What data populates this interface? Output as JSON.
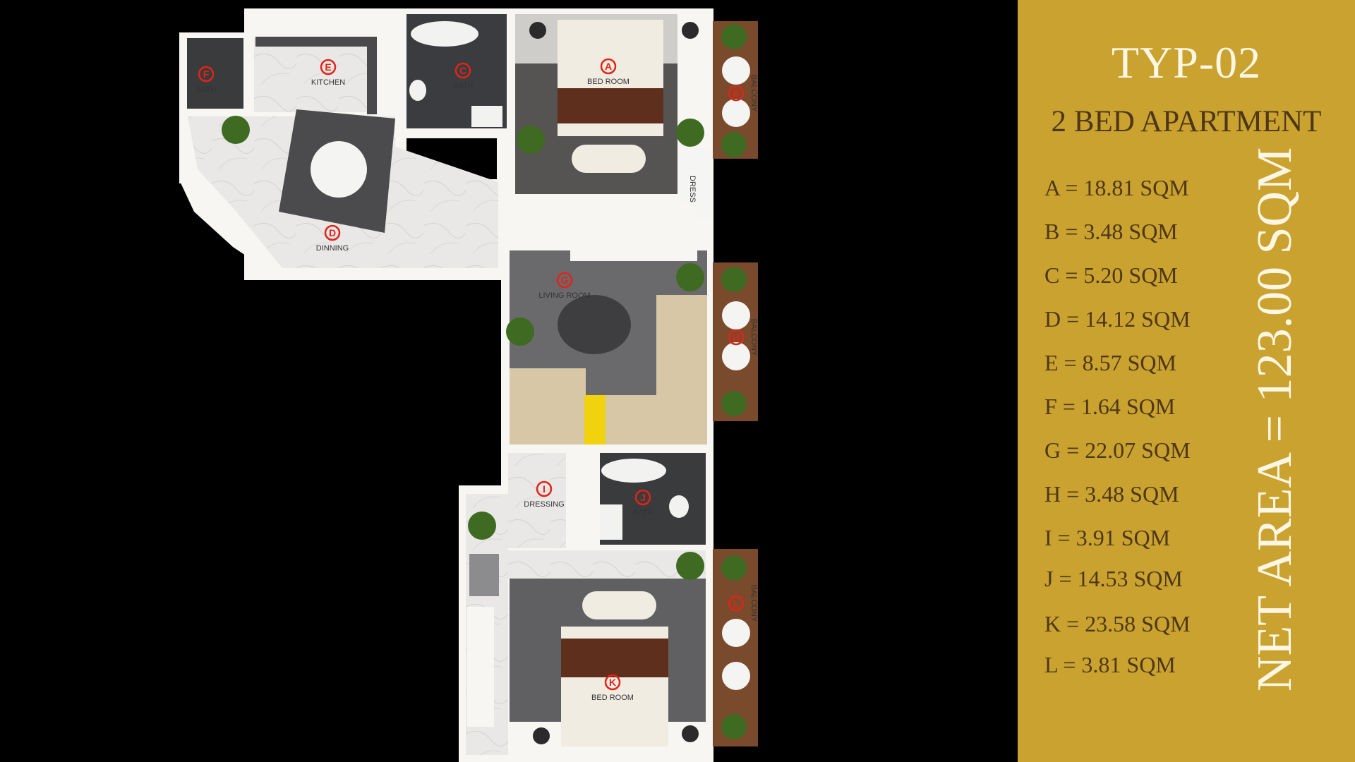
{
  "sheet": {
    "title": "TYP-02",
    "subtitle": "2 BED APARTMENT",
    "net_area": "NET AREA = 123.00 SQM"
  },
  "areas": [
    {
      "text": "A = 18.81 SQM"
    },
    {
      "text": "B = 3.48 SQM"
    },
    {
      "text": "C = 5.20 SQM"
    },
    {
      "text": "D = 14.12 SQM"
    },
    {
      "text": "E = 8.57  SQM"
    },
    {
      "text": "F = 1.64 SQM"
    },
    {
      "text": "G = 22.07 SQM"
    },
    {
      "text": "H = 3.48 SQM"
    },
    {
      "text": "I = 3.91  SQM"
    },
    {
      "text": "J = 14.53 SQM"
    },
    {
      "text": "K = 23.58 SQM"
    },
    {
      "text": "L = 3.81 SQM"
    }
  ],
  "plan": {
    "rooms": [
      {
        "key": "A",
        "label": "BED ROOM"
      },
      {
        "key": "B",
        "label": "BALCONY"
      },
      {
        "key": "C",
        "label": "BATH"
      },
      {
        "key": "D",
        "label": "DINNING"
      },
      {
        "key": "E",
        "label": "KITCHEN"
      },
      {
        "key": "F",
        "label": "BATH"
      },
      {
        "key": "G",
        "label": "LIVING ROOM"
      },
      {
        "key": "H",
        "label": "BALCONY"
      },
      {
        "key": "I",
        "label": "DRESSING"
      },
      {
        "key": "J",
        "label": "BATH"
      },
      {
        "key": "K",
        "label": "BED ROOM"
      },
      {
        "key": "L",
        "label": "BALCONY"
      }
    ],
    "dress_label": "DRESS"
  },
  "colors": {
    "panel": "#c9a22f",
    "title_text": "#fff6e4",
    "body_text": "#4e3718",
    "room_marker": "#e02418"
  }
}
